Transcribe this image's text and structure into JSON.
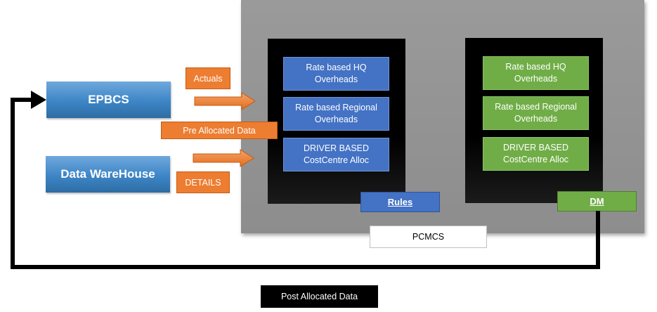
{
  "sources": {
    "epbcs": "EPBCS",
    "data_warehouse": "Data WareHouse"
  },
  "labels": {
    "actuals": "Actuals",
    "pre_allocated": "Pre Allocated Data",
    "details": "DETAILS",
    "post_allocated": "Post Allocated Data",
    "pcmcs": "PCMCS"
  },
  "rules_column": {
    "items": [
      "Rate based HQ Overheads",
      "Rate based Regional Overheads",
      "DRIVER BASED CostCentre Alloc"
    ],
    "tag": "Rules"
  },
  "dm_column": {
    "items": [
      "Rate based HQ Overheads",
      "Rate based Regional Overheads",
      "DRIVER BASED CostCentre Alloc"
    ],
    "tag": "DM"
  },
  "colors": {
    "blue": "#4472c4",
    "green": "#70ad47",
    "orange": "#ed7d31",
    "source_blue": "#3d85c6",
    "panel_gray": "#999999"
  }
}
